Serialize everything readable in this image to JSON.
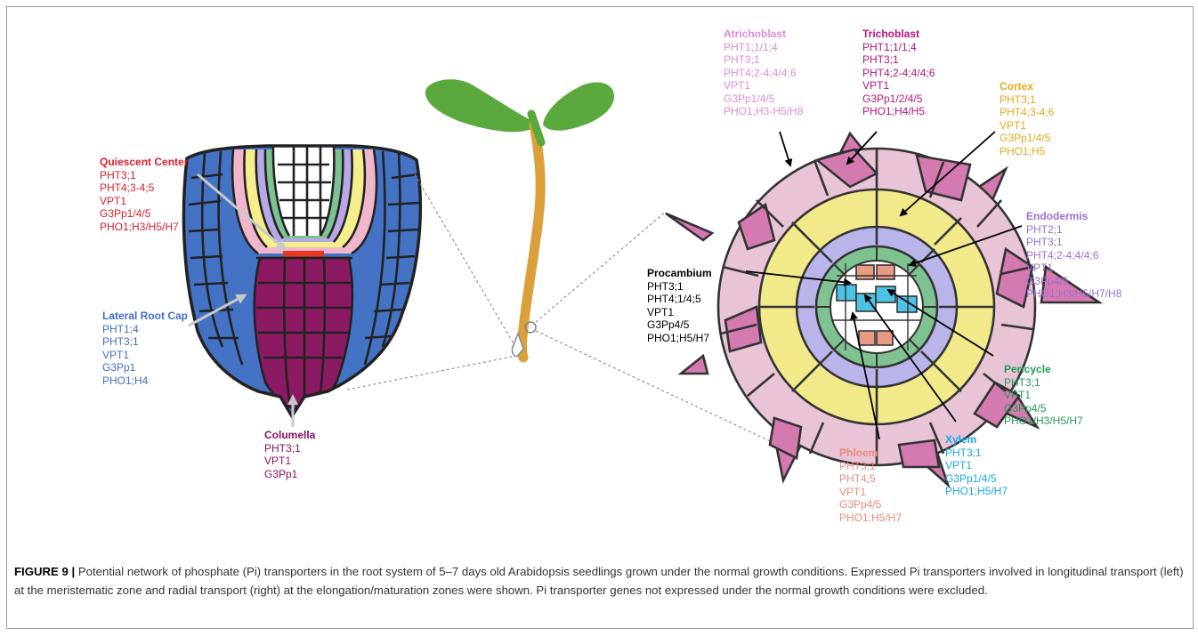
{
  "figure": {
    "caption_label": "FIGURE 9",
    "caption_separator": " | ",
    "caption_text": "Potential network of phosphate (Pi) transporters in the root system of 5–7 days old Arabidopsis seedlings grown under the normal growth conditions. Expressed Pi transporters involved in longitudinal transport (left) at the meristematic zone and radial transport (right) at the elongation/maturation zones were shown. Pi transporter genes not expressed under the normal growth conditions were excluded."
  },
  "colors": {
    "quiescent": "#d6202a",
    "lateral_root_cap": "#3f6fc2",
    "columella": "#8a1065",
    "atrichoblast": "#e18ad7",
    "trichoblast": "#b5157e",
    "cortex": "#e6a817",
    "endodermis": "#9c6fd3",
    "procambium": "#000000",
    "pericycle": "#1f9e55",
    "xylem": "#1aa8df",
    "phloem": "#e9897e"
  },
  "labels": {
    "quiescent": {
      "title": "Quiescent Center",
      "genes": [
        "PHT3;1",
        "PHT4;3-4;5",
        "VPT1",
        "G3Pp1/4/5",
        "PHO1;H3/H5/H7"
      ]
    },
    "lateral_root_cap": {
      "title": "Lateral Root Cap",
      "genes": [
        "PHT1;4",
        "PHT3;1",
        "VPT1",
        "G3Pp1",
        "PHO1;H4"
      ]
    },
    "columella": {
      "title": "Columella",
      "genes": [
        "PHT3;1",
        "VPT1",
        "G3Pp1"
      ]
    },
    "atrichoblast": {
      "title": "Atrichoblast",
      "genes": [
        "PHT1;1/1;4",
        "PHT3;1",
        "PHT4;2-4;4/4;6",
        "VPT1",
        "G3Pp1/4/5",
        "PHO1;H3-H5/H8"
      ]
    },
    "trichoblast": {
      "title": "Trichoblast",
      "genes": [
        "PHT1;1/1;4",
        "PHT3;1",
        "PHT4;2-4;4/4;6",
        "VPT1",
        "G3Pp1/2/4/5",
        "PHO1;H4/H5"
      ]
    },
    "cortex": {
      "title": "Cortex",
      "genes": [
        "PHT3;1",
        "PHT4;3-4;6",
        "VPT1",
        "G3Pp1/4/5",
        "PHO1;H5"
      ]
    },
    "endodermis": {
      "title": "Endodermis",
      "genes": [
        "PHT2;1",
        "PHT3;1",
        "PHT4;2-4;4/4;6",
        "VPT1",
        "G3Pp4/5",
        "PHO1;H3/H5/H7/H8"
      ]
    },
    "procambium": {
      "title": "Procambium",
      "genes": [
        "PHT3;1",
        "PHT4;1/4;5",
        "VPT1",
        "G3Pp4/5",
        "PHO1;H5/H7"
      ]
    },
    "pericycle": {
      "title": "Pericycle",
      "genes": [
        "PHT3;1",
        "VPT1",
        "G3Pp4/5",
        "PHO1/H3/H5/H7"
      ]
    },
    "xylem": {
      "title": "Xylem",
      "genes": [
        "PHT3;1",
        "VPT1",
        "G3Pp1/4/5",
        "PHO1;H5/H7"
      ]
    },
    "phloem": {
      "title": "Phloem",
      "genes": [
        "PHT3;1",
        "PHT4;5",
        "VPT1",
        "G3Pp4/5",
        "PHO1;H5/H7"
      ]
    }
  }
}
